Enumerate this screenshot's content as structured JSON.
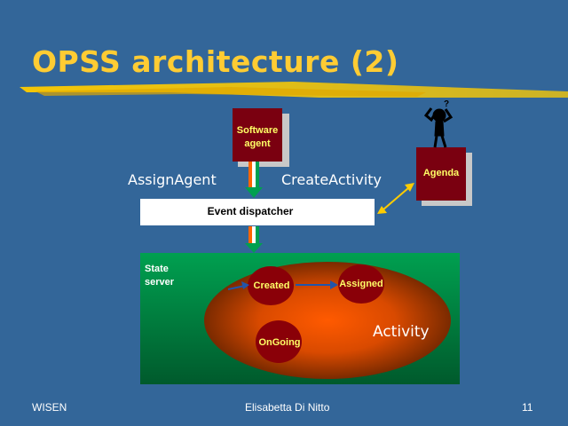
{
  "slide": {
    "title": "OPSS architecture (2)",
    "software_agent": "Software\nagent",
    "agenda": "Agenda",
    "assign_agent": "AssignAgent",
    "create_activity": "CreateActivity",
    "event_dispatcher": "Event dispatcher",
    "state_server": "State\nserver",
    "states": {
      "created": "Created",
      "assigned": "Assigned",
      "ongoing": "OnGoing"
    },
    "activity": "Activity",
    "question_mark": "?"
  },
  "footer": {
    "left": "WISEN",
    "center": "Elisabetta Di Nitto",
    "page": "11"
  },
  "colors": {
    "background": "#336699",
    "title": "#ffcc33",
    "box": "#7a0010",
    "box_text": "#ffff66",
    "highlighter": "#ffcc00"
  }
}
